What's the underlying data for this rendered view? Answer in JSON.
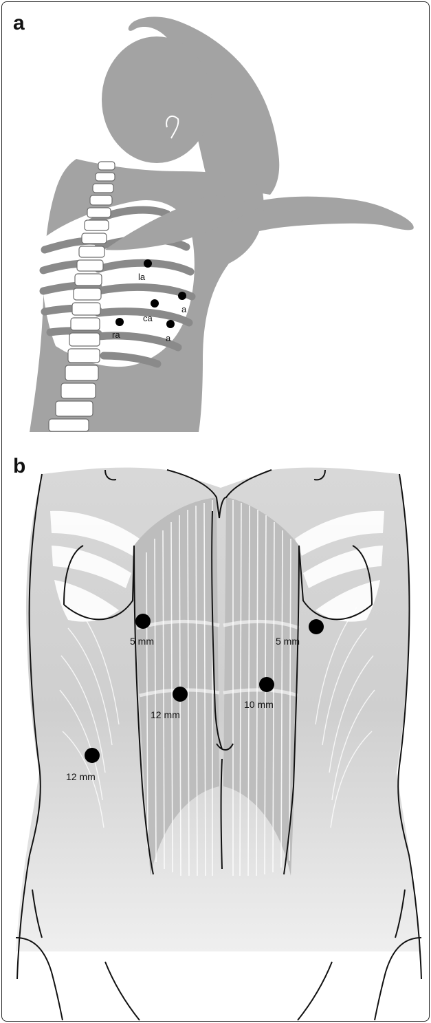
{
  "panel_a": {
    "letter": "a",
    "ports": [
      {
        "label": "la"
      },
      {
        "label": "a"
      },
      {
        "label": "ca"
      },
      {
        "label": "ra"
      },
      {
        "label": "a"
      }
    ]
  },
  "panel_b": {
    "letter": "b",
    "ports": [
      {
        "label": "5 mm"
      },
      {
        "label": "5 mm"
      },
      {
        "label": "12 mm"
      },
      {
        "label": "10 mm"
      },
      {
        "label": "12 mm"
      }
    ]
  }
}
